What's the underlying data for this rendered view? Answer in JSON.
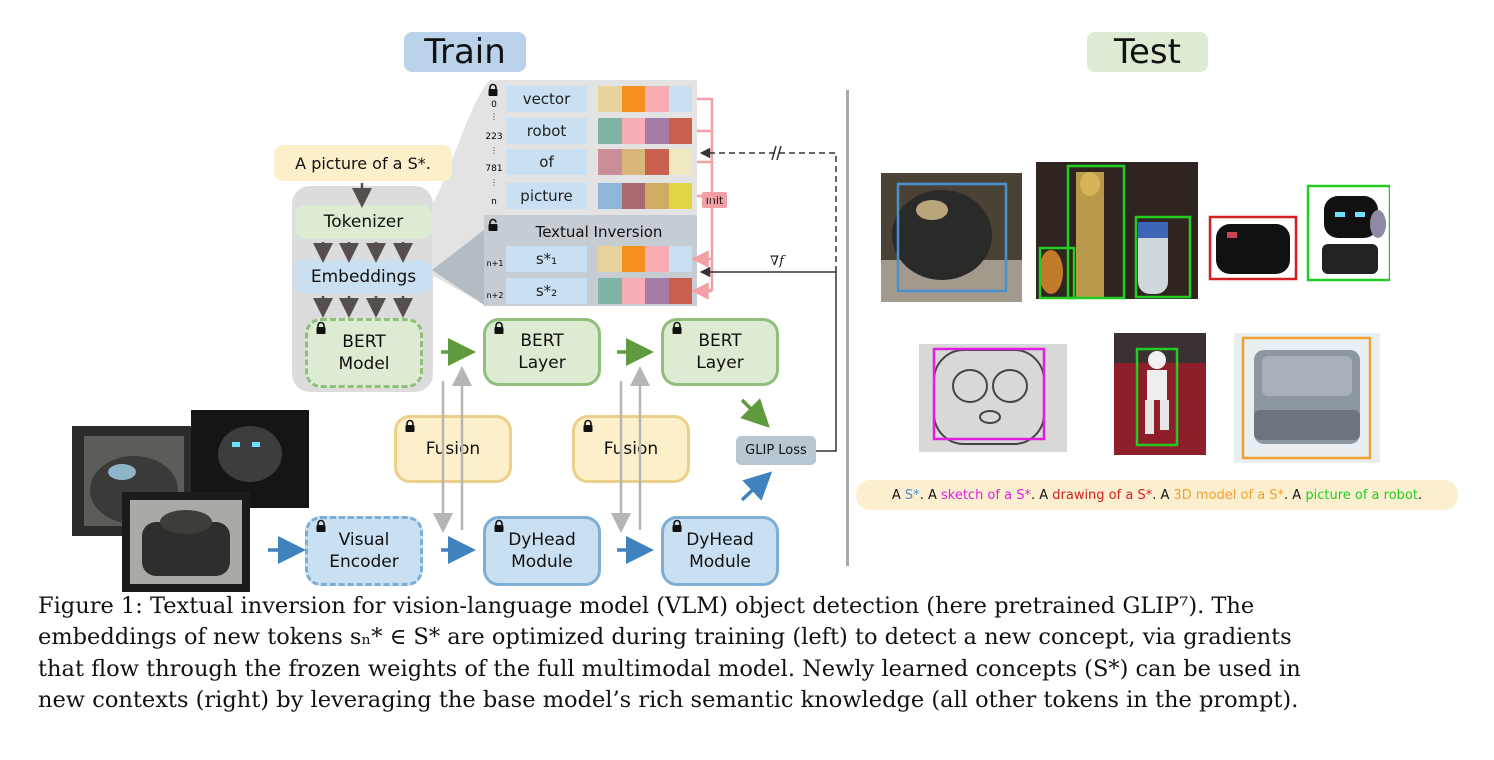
{
  "headings": {
    "train": "Train",
    "test": "Test"
  },
  "train": {
    "prompt": "A picture of a S*.",
    "tokenizer": "Tokenizer",
    "embeddings": "Embeddings",
    "bert_model": "BERT\nModel",
    "bert_layer_1": "BERT\nLayer",
    "bert_layer_2": "BERT\nLayer",
    "fusion_1": "Fusion",
    "fusion_2": "Fusion",
    "visual_encoder": "Visual\nEncoder",
    "dyhead_1": "DyHead\nModule",
    "dyhead_2": "DyHead\nModule",
    "glip_loss": "GLIP Loss",
    "init_label": "init",
    "grad_label": "∇f",
    "token_table": {
      "frozen_rows": [
        {
          "index": "0",
          "label": "vector",
          "colors": [
            "#e9d39c",
            "#f5901e",
            "#f8aeb4",
            "#c9dff2"
          ]
        },
        {
          "index": "223",
          "label": "robot",
          "colors": [
            "#7fb4a6",
            "#f8aeb4",
            "#a57ca8",
            "#c8604d"
          ]
        },
        {
          "index": "781",
          "label": "of",
          "colors": [
            "#c98e98",
            "#d9b77a",
            "#c8604d",
            "#efe8c0"
          ]
        },
        {
          "index": "n",
          "label": "picture",
          "colors": [
            "#8eb5da",
            "#a86a6e",
            "#d0ac62",
            "#e2d545"
          ]
        }
      ],
      "textual_inversion_title": "Textual Inversion",
      "learned_rows": [
        {
          "index": "n+1",
          "label": "s*₁",
          "colors": [
            "#e9d39c",
            "#f5901e",
            "#f8aeb4",
            "#c9dff2"
          ]
        },
        {
          "index": "n+2",
          "label": "s*₂",
          "colors": [
            "#7fb4a6",
            "#f8aeb4",
            "#a57ca8",
            "#c8604d"
          ]
        }
      ]
    }
  },
  "test": {
    "prompt_segments": [
      {
        "text": "A ",
        "color": "#111111"
      },
      {
        "text": "S*",
        "color": "#4a8fd0"
      },
      {
        "text": ". A ",
        "color": "#111111"
      },
      {
        "text": "sketch of a S*",
        "color": "#e01ee0"
      },
      {
        "text": ". A ",
        "color": "#111111"
      },
      {
        "text": "drawing of a S*",
        "color": "#d42020"
      },
      {
        "text": ". A ",
        "color": "#111111"
      },
      {
        "text": "3D model of a S*",
        "color": "#f0a030"
      },
      {
        "text": ". A ",
        "color": "#111111"
      },
      {
        "text": "picture of a robot",
        "color": "#22cc22"
      },
      {
        "text": ".",
        "color": "#111111"
      }
    ]
  },
  "caption": {
    "lines": [
      "Figure 1: Textual inversion for vision-language model (VLM) object detection (here pretrained GLIP⁷). The",
      "embeddings of new tokens sₙ* ∈ S* are optimized during training (left) to detect a new concept, via gradients",
      "that flow through the frozen weights of the full multimodal model. Newly learned concepts (S*) can be used in",
      "new contexts (right) by leveraging the base model’s rich semantic knowledge (all other tokens in the prompt)."
    ]
  },
  "colors": {
    "green_arrow": "#5f9a3e",
    "blue_arrow": "#3f82bd",
    "gray_arrow": "#b5b5b5",
    "init_pink": "#f2a0a6",
    "box_s_star": "#4a8fd0",
    "box_sketch": "#e01ee0",
    "box_drawing": "#d42020",
    "box_3d": "#f0a030",
    "box_robot": "#22cc22"
  }
}
